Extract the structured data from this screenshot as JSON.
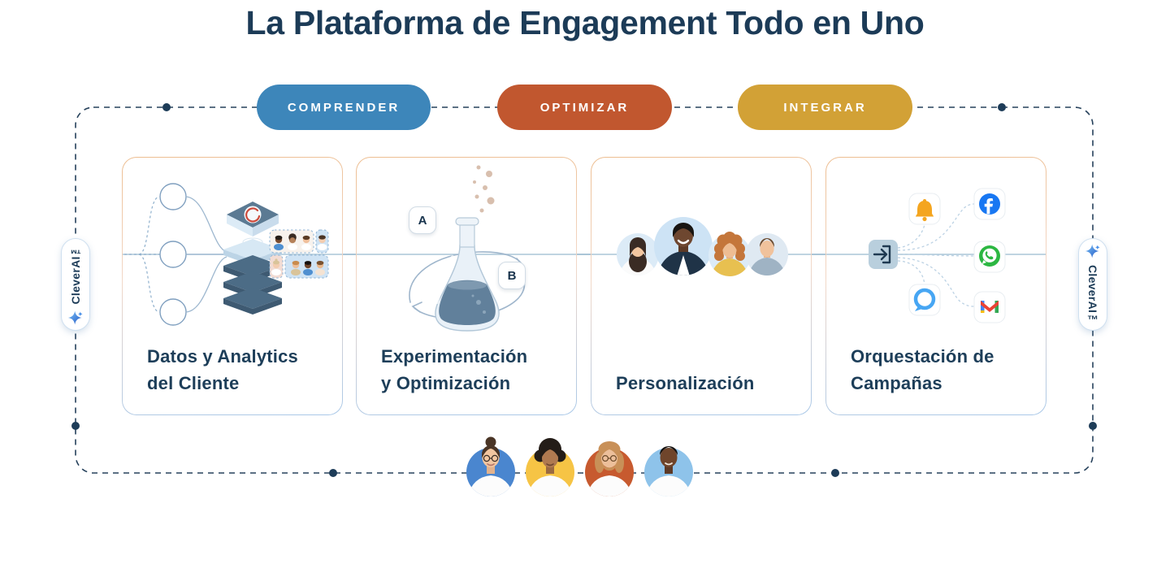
{
  "header": {
    "title": "La Plataforma de Engagement Todo en Uno"
  },
  "pills": [
    {
      "label": "COMPRENDER",
      "color": "#3d86ba"
    },
    {
      "label": "OPTIMIZAR",
      "color": "#c1572f"
    },
    {
      "label": "INTEGRAR",
      "color": "#d2a136"
    }
  ],
  "cards": [
    {
      "id": "datos-analytics",
      "title_lines": [
        "Datos y Analytics",
        "del Cliente"
      ]
    },
    {
      "id": "experimentacion",
      "title_lines": [
        "Experimentación",
        "y Optimización"
      ],
      "variant_labels": {
        "a": "A",
        "b": "B"
      }
    },
    {
      "id": "personalizacion",
      "title_lines": [
        "Personalización"
      ]
    },
    {
      "id": "orquestacion",
      "title_lines": [
        "Orquestación de",
        "Campañas"
      ],
      "channels": [
        "notification-bell",
        "facebook",
        "whatsapp",
        "chat-bubble",
        "gmail"
      ]
    }
  ],
  "side_badges": {
    "left_label": "CleverAI™",
    "right_label": "CleverAI™"
  },
  "icons": [
    "sparkle-icon",
    "bell-icon",
    "facebook-icon",
    "whatsapp-icon",
    "chat-bubble-icon",
    "gmail-icon",
    "login-arrow-icon",
    "flask-icon",
    "data-stack-icon",
    "segments-grid-icon"
  ],
  "colors": {
    "title_text": "#1c3b57",
    "pill_comprender": "#3d86ba",
    "pill_optimizar": "#c1572f",
    "pill_integrar": "#d2a136",
    "frame_dash": "#26415b",
    "frame_dot": "#1d3c58",
    "midline": "#aac5d7",
    "card_border_top": "#edbd90",
    "card_border_bottom": "#a9c8e8",
    "avatar_bg_blue": "#4a86cf",
    "avatar_bg_yellow": "#f6c445",
    "avatar_bg_orange": "#c75a2f",
    "avatar_bg_lightblue": "#8ec3ea"
  }
}
